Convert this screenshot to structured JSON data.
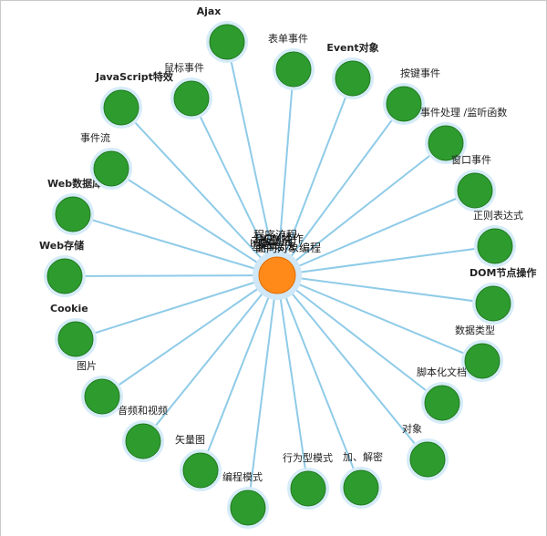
{
  "colors": {
    "edge": "#8fcbe8",
    "node_fill": "#2e9b2e",
    "node_stroke": "#1f7a1f",
    "node_glow": "#d6ecf8",
    "center_fill": "#ff8a1a",
    "center_stroke": "#e06d00",
    "center_glow": "#cfe7f7"
  },
  "center": {
    "overlapping_labels": [
      "程序流程",
      "DOM操作",
      "函数",
      "基本语法",
      "面向对象编程",
      "变量",
      "运算符"
    ]
  },
  "nodes": [
    {
      "label": "Ajax",
      "bold": true
    },
    {
      "label": "表单事件",
      "bold": false
    },
    {
      "label": "Event对象",
      "bold": true
    },
    {
      "label": "按键事件",
      "bold": false
    },
    {
      "label": "事件处理 /监听函数",
      "bold": false
    },
    {
      "label": "窗口事件",
      "bold": false
    },
    {
      "label": "正则表达式",
      "bold": false
    },
    {
      "label": "DOM节点操作",
      "bold": true
    },
    {
      "label": "数据类型",
      "bold": false
    },
    {
      "label": "脚本化文档",
      "bold": false
    },
    {
      "label": "对象",
      "bold": false
    },
    {
      "label": "加、解密",
      "bold": false
    },
    {
      "label": "行为型模式",
      "bold": false
    },
    {
      "label": "编程模式",
      "bold": false
    },
    {
      "label": "矢量图",
      "bold": false
    },
    {
      "label": "音频和视频",
      "bold": false
    },
    {
      "label": "图片",
      "bold": false
    },
    {
      "label": "Cookie",
      "bold": true
    },
    {
      "label": "Web存储",
      "bold": true
    },
    {
      "label": "Web数据库",
      "bold": true
    },
    {
      "label": "事件流",
      "bold": false
    },
    {
      "label": "JavaScript特效",
      "bold": true
    },
    {
      "label": "鼠标事件",
      "bold": false
    }
  ]
}
